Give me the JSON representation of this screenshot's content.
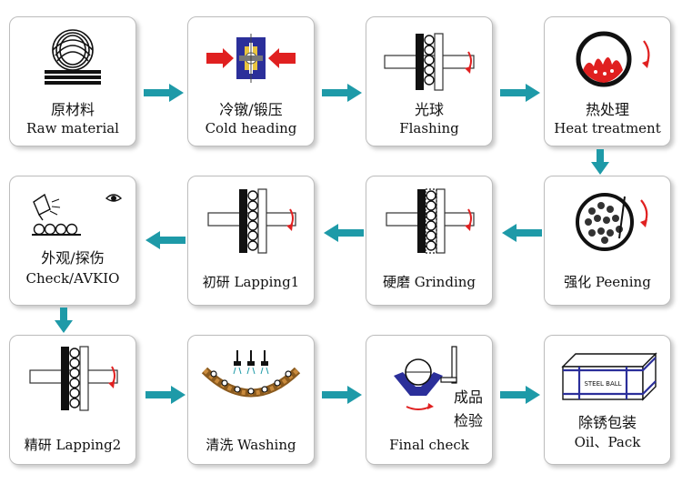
{
  "colors": {
    "arrow": "#1e9aa8",
    "accent": "#e02020",
    "press": "#2b2f9a",
    "box": "#2b2f9a"
  },
  "steps": [
    {
      "cn": "原材料",
      "en": "Raw material"
    },
    {
      "cn": "冷镦/锻压",
      "en": "Cold heading"
    },
    {
      "cn": "光球",
      "en": "Flashing"
    },
    {
      "cn": "热处理",
      "en": "Heat treatment"
    },
    {
      "label": "强化 Peening"
    },
    {
      "label": "硬磨 Grinding"
    },
    {
      "label": "初研 Lapping1"
    },
    {
      "cn": "外观/探伤",
      "en": "Check/AVKIO"
    },
    {
      "label": "精研 Lapping2"
    },
    {
      "label": "清洗 Washing"
    },
    {
      "cn1": "成品",
      "cn2": "检验",
      "en": "Final check"
    },
    {
      "cn": "除锈包装",
      "en": "Oil、Pack"
    }
  ],
  "box_text": "STEEL BALL"
}
